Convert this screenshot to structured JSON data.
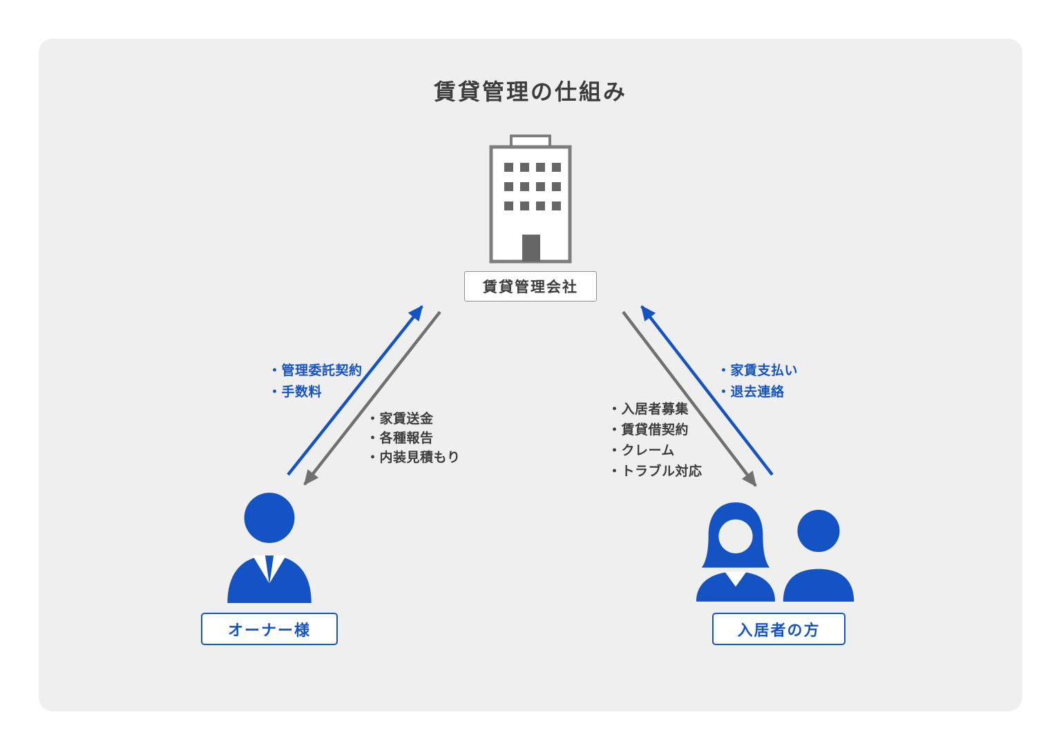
{
  "title": "賃貸管理の仕組み",
  "nodes": {
    "company": {
      "label": "賃貸管理会社",
      "icon": "building-icon"
    },
    "owner": {
      "label": "オーナー様",
      "icon": "businessman-icon"
    },
    "tenants": {
      "label": "入居者の方",
      "icons": [
        "woman-icon",
        "man-icon"
      ]
    }
  },
  "flows": {
    "owner_to_company": {
      "direction": "owner to company",
      "color": "blue",
      "items": [
        "・管理委託契約",
        "・手数料"
      ]
    },
    "company_to_owner": {
      "direction": "company to owner",
      "color": "gray",
      "items": [
        "・家賃送金",
        "・各種報告",
        "・内装見積もり"
      ]
    },
    "tenant_to_company": {
      "direction": "tenant to company",
      "color": "blue",
      "items": [
        "・家賃支払い",
        "・退去連絡"
      ]
    },
    "company_to_tenant": {
      "direction": "company to tenant",
      "color": "gray",
      "items": [
        "・入居者募集",
        "・賃貸借契約",
        "・クレーム",
        "・トラブル対応"
      ]
    }
  },
  "colors": {
    "accent_blue": "#1453c4",
    "arrow_gray": "#707070",
    "card_bg": "#efefef",
    "text_dark": "#3c3c3c"
  }
}
